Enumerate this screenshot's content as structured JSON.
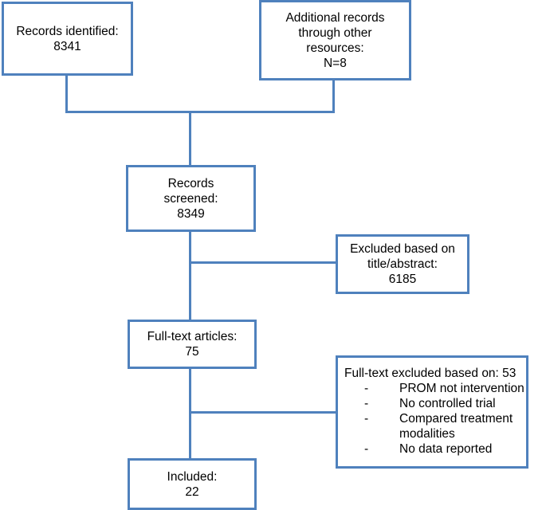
{
  "flowchart": {
    "records_identified": [
      "Records identified:",
      "8341"
    ],
    "additional_records": [
      "Additional records",
      "through other",
      "resources:",
      "N=8"
    ],
    "records_screened": [
      "Records",
      "screened:",
      "8349"
    ],
    "excluded_title_abstract": [
      "Excluded based on",
      "title/abstract:",
      "6185"
    ],
    "full_text_articles": [
      "Full-text articles:",
      "75"
    ],
    "full_text_excluded": {
      "heading": "Full-text excluded based on: 53",
      "bullet": "-",
      "reasons": [
        "PROM not intervention",
        "No controlled trial",
        "Compared treatment modalities",
        "No data reported"
      ]
    },
    "included": [
      "Included:",
      "22"
    ]
  },
  "colors": {
    "border": "#4f81bd",
    "connector": "#4f81bd",
    "text": "#000000",
    "background": "#ffffff"
  }
}
